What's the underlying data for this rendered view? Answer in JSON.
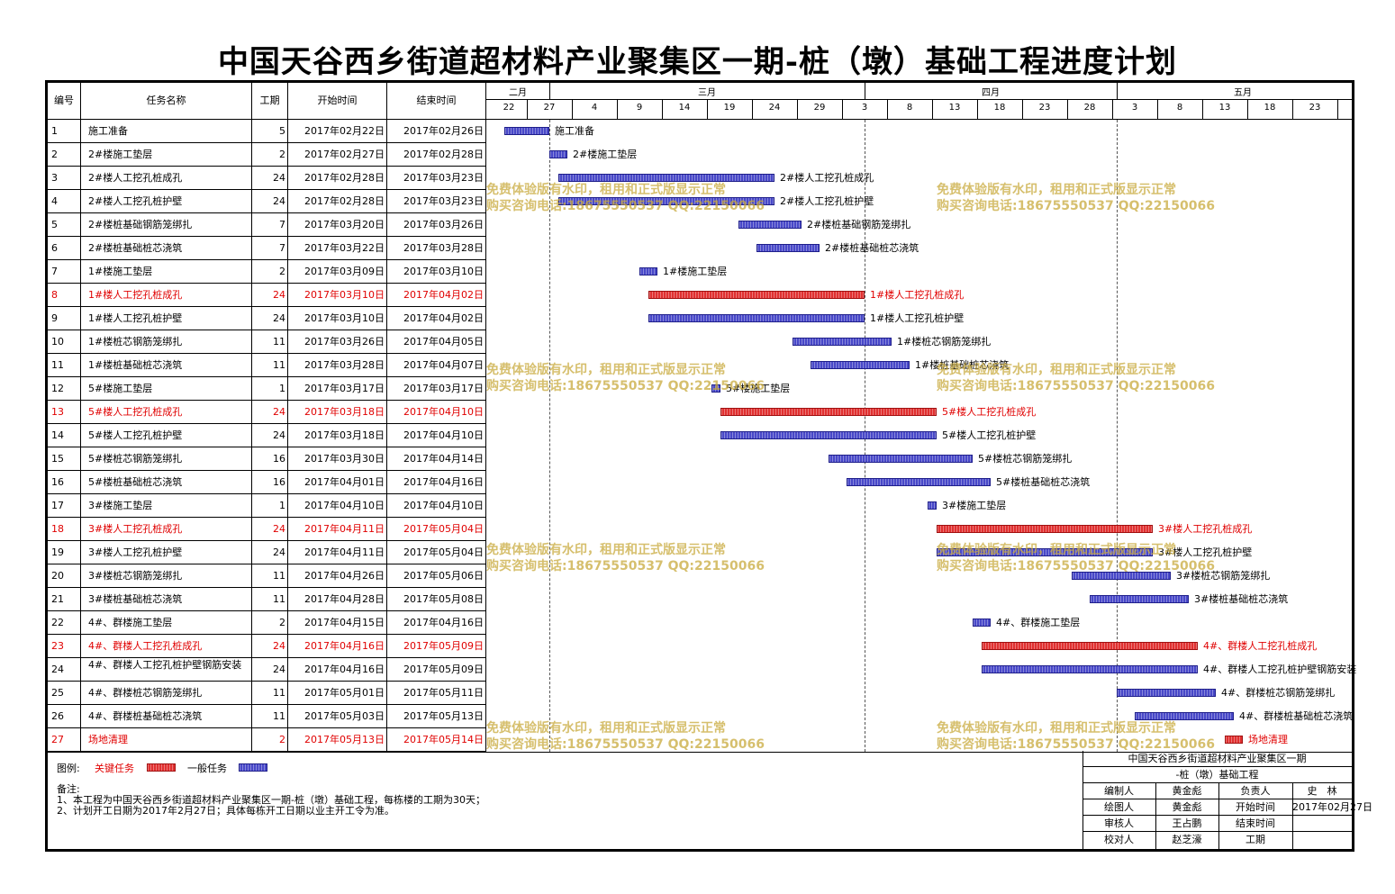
{
  "title": "中国天谷西乡街道超材料产业聚集区一期-桩（墩）基础工程进度计划",
  "headers": {
    "no": "编号",
    "name": "任务名称",
    "duration": "工期",
    "start": "开始时间",
    "end": "结束时间"
  },
  "months": [
    {
      "label": "二月",
      "start": "2017-02-20",
      "end": "2017-02-26"
    },
    {
      "label": "三月",
      "start": "2017-02-27",
      "end": "2017-04-02"
    },
    {
      "label": "四月",
      "start": "2017-04-03",
      "end": "2017-04-30"
    },
    {
      "label": "五月",
      "start": "2017-05-01",
      "end": "2017-05-28"
    }
  ],
  "ticks": [
    "22",
    "27",
    "4",
    "9",
    "14",
    "19",
    "24",
    "29",
    "3",
    "8",
    "13",
    "18",
    "23",
    "28",
    "3",
    "8",
    "13",
    "18",
    "23"
  ],
  "chart_data": {
    "type": "gantt",
    "x_range": [
      "2017-02-20",
      "2017-05-28"
    ],
    "tasks": [
      {
        "no": "1",
        "name": "施工准备",
        "duration": "5",
        "start": "2017年02月22日",
        "end": "2017年02月26日",
        "s": "2017-02-22",
        "e": "2017-02-26",
        "critical": false
      },
      {
        "no": "2",
        "name": "2#楼施工垫层",
        "duration": "2",
        "start": "2017年02月27日",
        "end": "2017年02月28日",
        "s": "2017-02-27",
        "e": "2017-02-28",
        "critical": false
      },
      {
        "no": "3",
        "name": "2#楼人工挖孔桩成孔",
        "duration": "24",
        "start": "2017年02月28日",
        "end": "2017年03月23日",
        "s": "2017-02-28",
        "e": "2017-03-23",
        "critical": false
      },
      {
        "no": "4",
        "name": "2#楼人工挖孔桩护壁",
        "duration": "24",
        "start": "2017年02月28日",
        "end": "2017年03月23日",
        "s": "2017-02-28",
        "e": "2017-03-23",
        "critical": false
      },
      {
        "no": "5",
        "name": "2#楼桩基础钢筋笼绑扎",
        "duration": "7",
        "start": "2017年03月20日",
        "end": "2017年03月26日",
        "s": "2017-03-20",
        "e": "2017-03-26",
        "critical": false
      },
      {
        "no": "6",
        "name": "2#楼桩基础桩芯浇筑",
        "duration": "7",
        "start": "2017年03月22日",
        "end": "2017年03月28日",
        "s": "2017-03-22",
        "e": "2017-03-28",
        "critical": false
      },
      {
        "no": "7",
        "name": "1#楼施工垫层",
        "duration": "2",
        "start": "2017年03月09日",
        "end": "2017年03月10日",
        "s": "2017-03-09",
        "e": "2017-03-10",
        "critical": false
      },
      {
        "no": "8",
        "name": "1#楼人工挖孔桩成孔",
        "duration": "24",
        "start": "2017年03月10日",
        "end": "2017年04月02日",
        "s": "2017-03-10",
        "e": "2017-04-02",
        "critical": true
      },
      {
        "no": "9",
        "name": "1#楼人工挖孔桩护壁",
        "duration": "24",
        "start": "2017年03月10日",
        "end": "2017年04月02日",
        "s": "2017-03-10",
        "e": "2017-04-02",
        "critical": false
      },
      {
        "no": "10",
        "name": "1#楼桩芯钢筋笼绑扎",
        "duration": "11",
        "start": "2017年03月26日",
        "end": "2017年04月05日",
        "s": "2017-03-26",
        "e": "2017-04-05",
        "critical": false
      },
      {
        "no": "11",
        "name": "1#楼桩基础桩芯浇筑",
        "duration": "11",
        "start": "2017年03月28日",
        "end": "2017年04月07日",
        "s": "2017-03-28",
        "e": "2017-04-07",
        "critical": false
      },
      {
        "no": "12",
        "name": "5#楼施工垫层",
        "duration": "1",
        "start": "2017年03月17日",
        "end": "2017年03月17日",
        "s": "2017-03-17",
        "e": "2017-03-17",
        "critical": false
      },
      {
        "no": "13",
        "name": "5#楼人工挖孔桩成孔",
        "duration": "24",
        "start": "2017年03月18日",
        "end": "2017年04月10日",
        "s": "2017-03-18",
        "e": "2017-04-10",
        "critical": true
      },
      {
        "no": "14",
        "name": "5#楼人工挖孔桩护壁",
        "duration": "24",
        "start": "2017年03月18日",
        "end": "2017年04月10日",
        "s": "2017-03-18",
        "e": "2017-04-10",
        "critical": false
      },
      {
        "no": "15",
        "name": "5#楼桩芯钢筋笼绑扎",
        "duration": "16",
        "start": "2017年03月30日",
        "end": "2017年04月14日",
        "s": "2017-03-30",
        "e": "2017-04-14",
        "critical": false
      },
      {
        "no": "16",
        "name": "5#楼桩基础桩芯浇筑",
        "duration": "16",
        "start": "2017年04月01日",
        "end": "2017年04月16日",
        "s": "2017-04-01",
        "e": "2017-04-16",
        "critical": false
      },
      {
        "no": "17",
        "name": "3#楼施工垫层",
        "duration": "1",
        "start": "2017年04月10日",
        "end": "2017年04月10日",
        "s": "2017-04-10",
        "e": "2017-04-10",
        "critical": false
      },
      {
        "no": "18",
        "name": "3#楼人工挖孔桩成孔",
        "duration": "24",
        "start": "2017年04月11日",
        "end": "2017年05月04日",
        "s": "2017-04-11",
        "e": "2017-05-04",
        "critical": true
      },
      {
        "no": "19",
        "name": "3#楼人工挖孔桩护壁",
        "duration": "24",
        "start": "2017年04月11日",
        "end": "2017年05月04日",
        "s": "2017-04-11",
        "e": "2017-05-04",
        "critical": false
      },
      {
        "no": "20",
        "name": "3#楼桩芯钢筋笼绑扎",
        "duration": "11",
        "start": "2017年04月26日",
        "end": "2017年05月06日",
        "s": "2017-04-26",
        "e": "2017-05-06",
        "critical": false
      },
      {
        "no": "21",
        "name": "3#楼桩基础桩芯浇筑",
        "duration": "11",
        "start": "2017年04月28日",
        "end": "2017年05月08日",
        "s": "2017-04-28",
        "e": "2017-05-08",
        "critical": false
      },
      {
        "no": "22",
        "name": "4#、群楼施工垫层",
        "duration": "2",
        "start": "2017年04月15日",
        "end": "2017年04月16日",
        "s": "2017-04-15",
        "e": "2017-04-16",
        "critical": false
      },
      {
        "no": "23",
        "name": "4#、群楼人工挖孔桩成孔",
        "duration": "24",
        "start": "2017年04月16日",
        "end": "2017年05月09日",
        "s": "2017-04-16",
        "e": "2017-05-09",
        "critical": true
      },
      {
        "no": "24",
        "name": "4#、群楼人工挖孔桩护壁钢筋安装",
        "duration": "24",
        "start": "2017年04月16日",
        "end": "2017年05月09日",
        "s": "2017-04-16",
        "e": "2017-05-09",
        "critical": false
      },
      {
        "no": "25",
        "name": "4#、群楼桩芯钢筋笼绑扎",
        "duration": "11",
        "start": "2017年05月01日",
        "end": "2017年05月11日",
        "s": "2017-05-01",
        "e": "2017-05-11",
        "critical": false
      },
      {
        "no": "26",
        "name": "4#、群楼桩基础桩芯浇筑",
        "duration": "11",
        "start": "2017年05月03日",
        "end": "2017年05月13日",
        "s": "2017-05-03",
        "e": "2017-05-13",
        "critical": false
      },
      {
        "no": "27",
        "name": "场地清理",
        "duration": "2",
        "start": "2017年05月13日",
        "end": "2017年05月14日",
        "s": "2017-05-13",
        "e": "2017-05-14",
        "critical": true
      }
    ]
  },
  "watermark": {
    "line1": "免费体验版有水印，租用和正式版显示正常",
    "line2": "购买咨询电话:18675550537 QQ:22150066"
  },
  "legend": {
    "label": "图例:",
    "critical": "关键任务",
    "normal": "一般任务"
  },
  "notes": {
    "heading": "备注:",
    "line1": "1、本工程为中国天谷西乡街道超材料产业聚集区一期-桩（墩）基础工程，每栋楼的工期为30天；",
    "line2": "2、计划开工日期为2017年2月27日；具体每栋开工日期以业主开工令为准。"
  },
  "title_block": {
    "project1": "中国天谷西乡街道超材料产业聚集区一期",
    "project2": "-桩（墩）基础工程",
    "rows": [
      {
        "k1": "编制人",
        "v1": "黄金彪",
        "k2": "负责人",
        "v2": "史　林"
      },
      {
        "k1": "绘图人",
        "v1": "黄金彪",
        "k2": "开始时间",
        "v2": "2017年02月27日"
      },
      {
        "k1": "审核人",
        "v1": "王占鹏",
        "k2": "结束时间",
        "v2": ""
      },
      {
        "k1": "校对人",
        "v1": "赵芝濠",
        "k2": "工期",
        "v2": ""
      }
    ]
  },
  "colors": {
    "critical": "#e03030",
    "normal": "#4848c8",
    "critical_text": "#e00000"
  }
}
